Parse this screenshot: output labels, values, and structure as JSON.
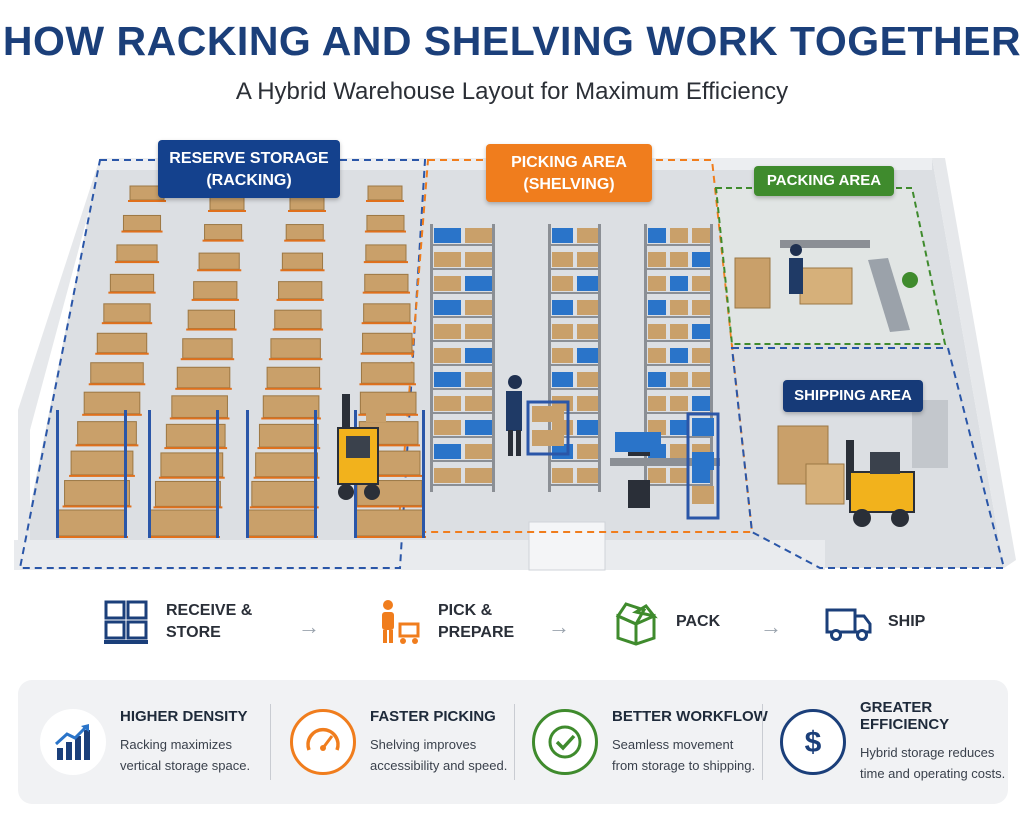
{
  "header": {
    "title": "HOW RACKING AND SHELVING WORK TOGETHER",
    "subtitle": "A Hybrid Warehouse Layout for Maximum Efficiency"
  },
  "zones": {
    "reserve": "RESERVE STORAGE\n(RACKING)",
    "picking": "PICKING AREA\n(SHELVING)",
    "packing": "PACKING AREA",
    "shipping": "SHIPPING AREA"
  },
  "flow": [
    {
      "label": "RECEIVE &\nSTORE",
      "icon": "pallet-boxes-icon"
    },
    {
      "label": "PICK &\nPREPARE",
      "icon": "worker-cart-icon"
    },
    {
      "label": "PACK",
      "icon": "open-box-icon"
    },
    {
      "label": "SHIP",
      "icon": "delivery-truck-icon"
    }
  ],
  "flow_arrow": "→",
  "benefits": [
    {
      "title": "HIGHER DENSITY",
      "desc": "Racking maximizes vertical storage space.",
      "icon": "bar-chart-growth-icon"
    },
    {
      "title": "FASTER PICKING",
      "desc": "Shelving improves accessibility and speed.",
      "icon": "speedometer-icon"
    },
    {
      "title": "BETTER WORKFLOW",
      "desc": "Seamless movement from storage to shipping.",
      "icon": "checkmark-icon"
    },
    {
      "title": "GREATER EFFICIENCY",
      "desc": "Hybrid storage reduces time and operating costs.",
      "icon": "dollar-icon"
    }
  ],
  "colors": {
    "navy": "#1b3f7a",
    "blue": "#14418d",
    "orange": "#f07d1d",
    "green": "#3f8b2d",
    "rack_blue": "#2a56a8",
    "rack_orange": "#e0701c",
    "box": "#c9a06a"
  }
}
